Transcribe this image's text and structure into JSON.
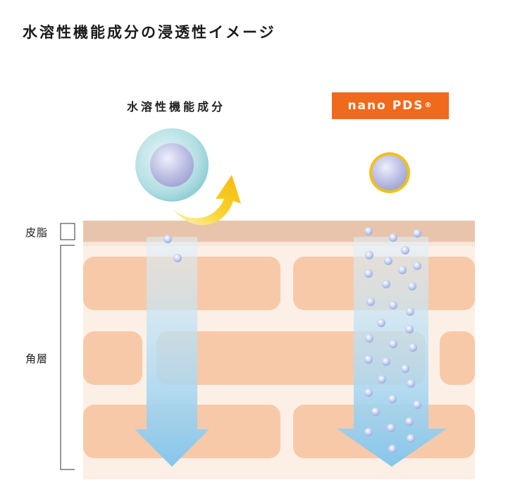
{
  "title": "水溶性機能成分の浸透性イメージ",
  "left_column": {
    "label": "水溶性機能成分"
  },
  "right_column": {
    "label": "nano PDS",
    "mark": "®"
  },
  "layers": {
    "sebum": "皮脂",
    "stratum_corneum": "角層"
  },
  "colors": {
    "accent_orange": "#ef6a1c",
    "skin_cell": "#f8c9a8",
    "sebum_layer": "#e6bca2",
    "arrow_blue": "#8fc9ec",
    "yellow_arrow": "#f6c21a",
    "outer_sphere": "#a9d9df",
    "inner_sphere": "#b4b7de"
  }
}
